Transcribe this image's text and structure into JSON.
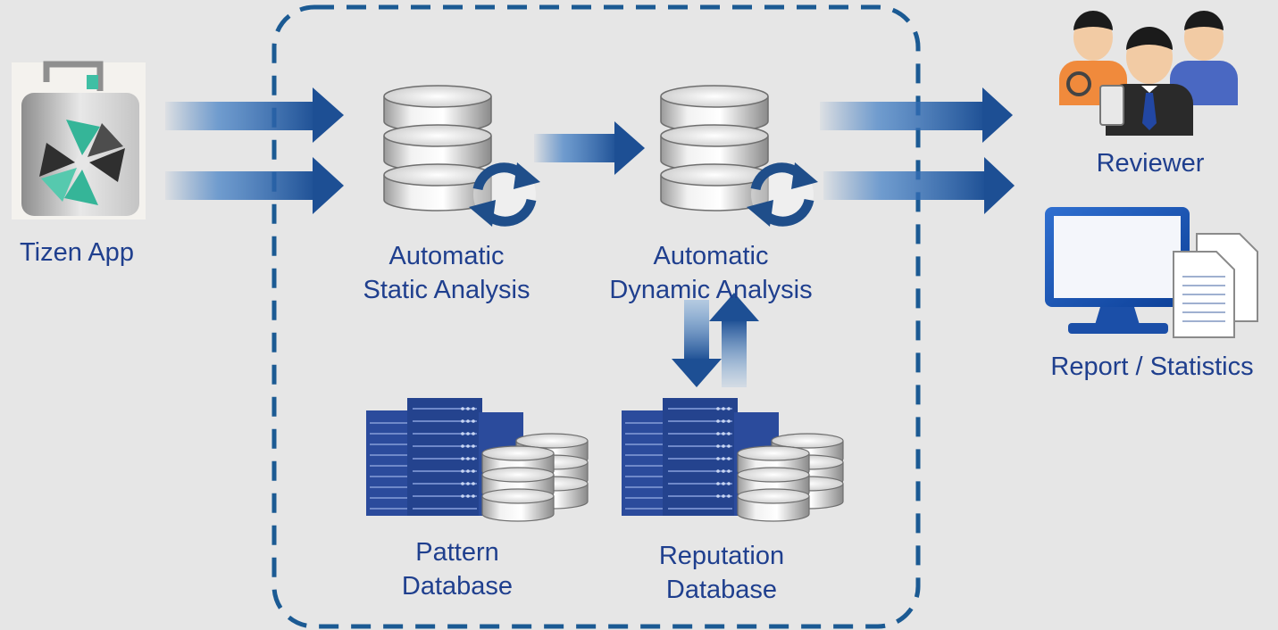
{
  "colors": {
    "background": "#e6e6e6",
    "label_text": "#1f3f8e",
    "arrow_dark": "#1d4f94",
    "arrow_light": "#9fc3e8",
    "boundary": "#1b5a93",
    "server_blue": "#2b4b9c",
    "app_teal": "#39b79b"
  },
  "nodes": {
    "tizen_app": {
      "label": "Tizen App",
      "icon": "tizen-store-bag-icon"
    },
    "static_analysis": {
      "line1": "Automatic",
      "line2": "Static Analysis",
      "icon": "database-refresh-icon"
    },
    "dynamic_analysis": {
      "line1": "Automatic",
      "line2": "Dynamic Analysis",
      "icon": "database-refresh-icon"
    },
    "pattern_db": {
      "line1": "Pattern",
      "line2": "Database",
      "icon": "server-database-icon"
    },
    "reputation_db": {
      "line1": "Reputation",
      "line2": "Database",
      "icon": "server-database-icon"
    },
    "reviewer": {
      "label": "Reviewer",
      "icon": "reviewer-people-icon"
    },
    "report": {
      "label": "Report / Statistics",
      "icon": "monitor-documents-icon"
    }
  }
}
